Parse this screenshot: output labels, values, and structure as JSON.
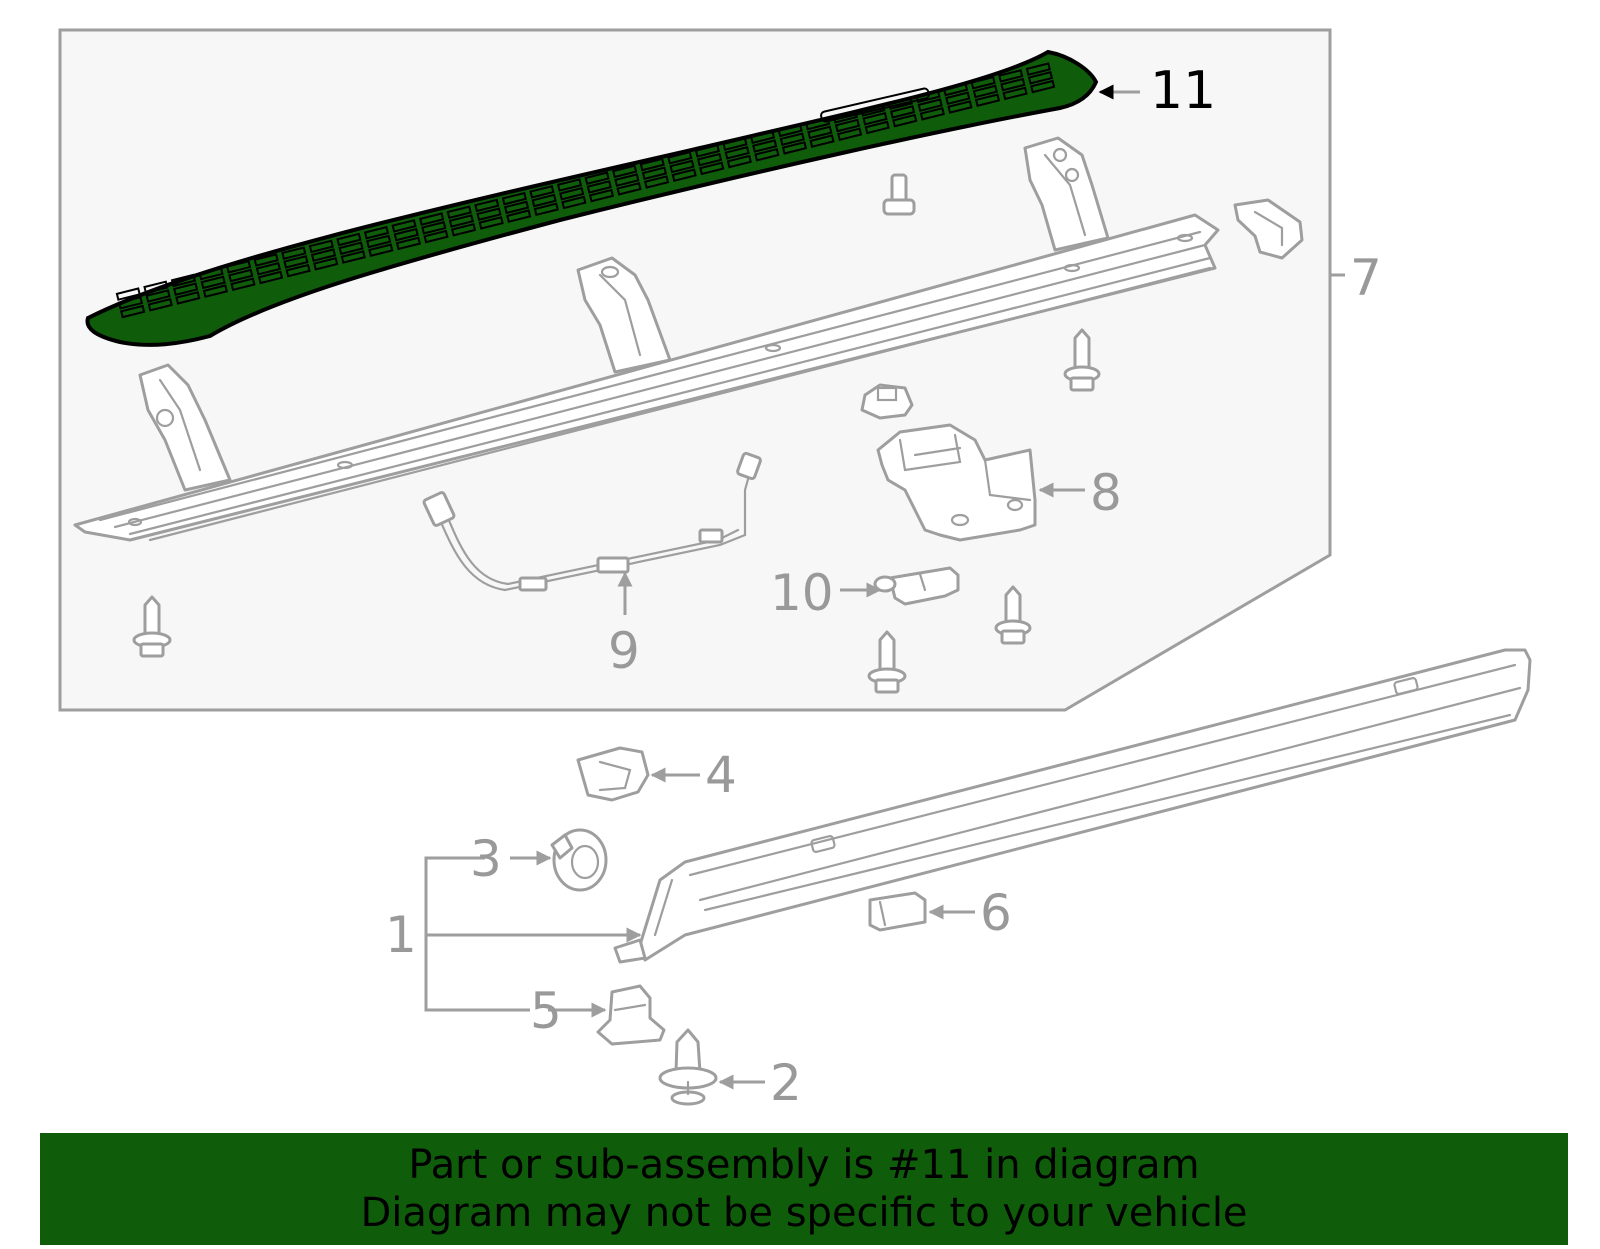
{
  "colors": {
    "highlight": "#0f5c0a",
    "banner_bg": "#0f5c0a",
    "line_gray": "#9e9e9e",
    "panel_bg": "#f7f7f7"
  },
  "callouts": {
    "c1": "1",
    "c2": "2",
    "c3": "3",
    "c4": "4",
    "c5": "5",
    "c6": "6",
    "c7": "7",
    "c8": "8",
    "c9": "9",
    "c10": "10",
    "c11": "11"
  },
  "banner": {
    "line1": "Part or sub-assembly is #11 in diagram",
    "line2": "Diagram may not be specific to your vehicle"
  }
}
